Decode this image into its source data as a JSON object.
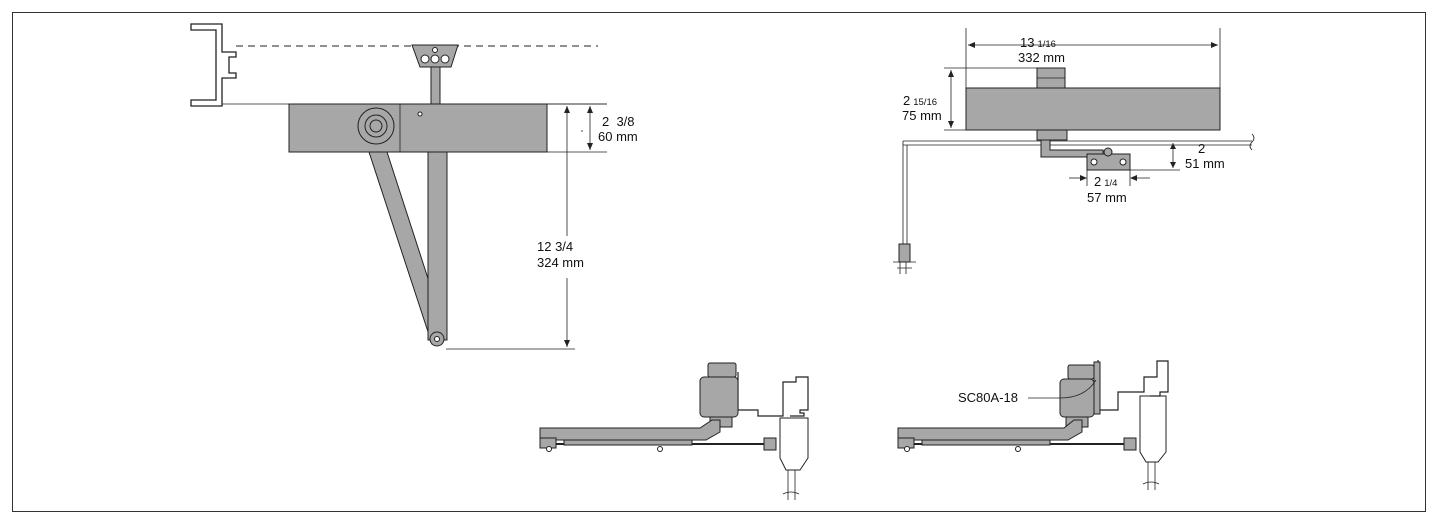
{
  "front_view": {
    "dim_height_in": "2  3/8",
    "dim_height_mm": "60 mm",
    "dim_arm_in": "12 3/4",
    "dim_arm_mm": "324 mm"
  },
  "top_view": {
    "dim_length_whole": "13",
    "dim_length_frac": "1/16",
    "dim_length_mm": "332 mm",
    "dim_depth_whole": "2",
    "dim_depth_frac": "15/16",
    "dim_depth_mm": "75 mm",
    "dim_bracket_in": "2",
    "dim_bracket_mm": "51 mm",
    "dim_shoe_whole": "2",
    "dim_shoe_frac": "1/4",
    "dim_shoe_mm": "57 mm"
  },
  "side_view_right": {
    "bracket_label": "SC80A-18"
  },
  "colors": {
    "body_fill": "#a7a7a7",
    "line": "#222222",
    "background": "#ffffff"
  }
}
